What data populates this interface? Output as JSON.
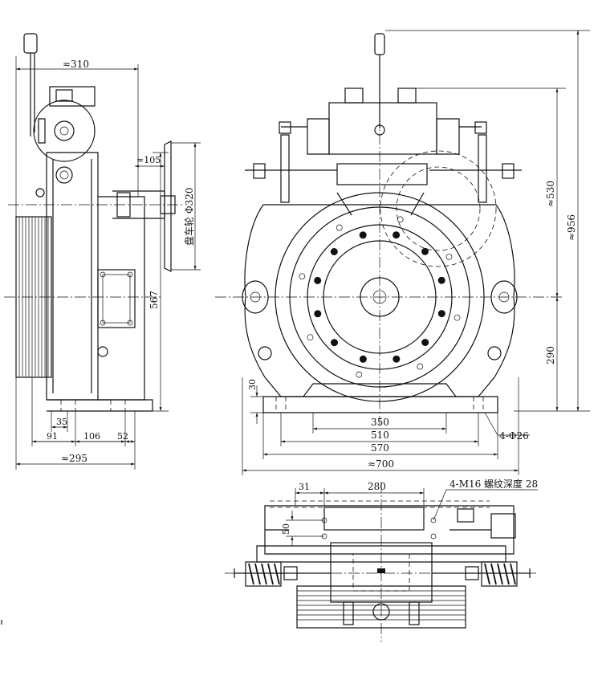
{
  "side_view": {
    "width_top": "≈310",
    "flange_offset": "≈105",
    "handwheel": "盘车轮 Φ320",
    "height": "567",
    "d35": "35",
    "d91": "91",
    "d106": "106",
    "d52": "52",
    "width_bottom": "≈295"
  },
  "front_view": {
    "h530": "≈530",
    "h956": "≈956",
    "h290": "290",
    "h30": "30",
    "w350": "350",
    "w510": "510",
    "w570": "570",
    "w700": "≈700",
    "holes": "4-Φ26"
  },
  "top_view": {
    "d31": "31",
    "d280": "280",
    "d50": "50",
    "thread": "4-M16  螺纹深度 28"
  }
}
